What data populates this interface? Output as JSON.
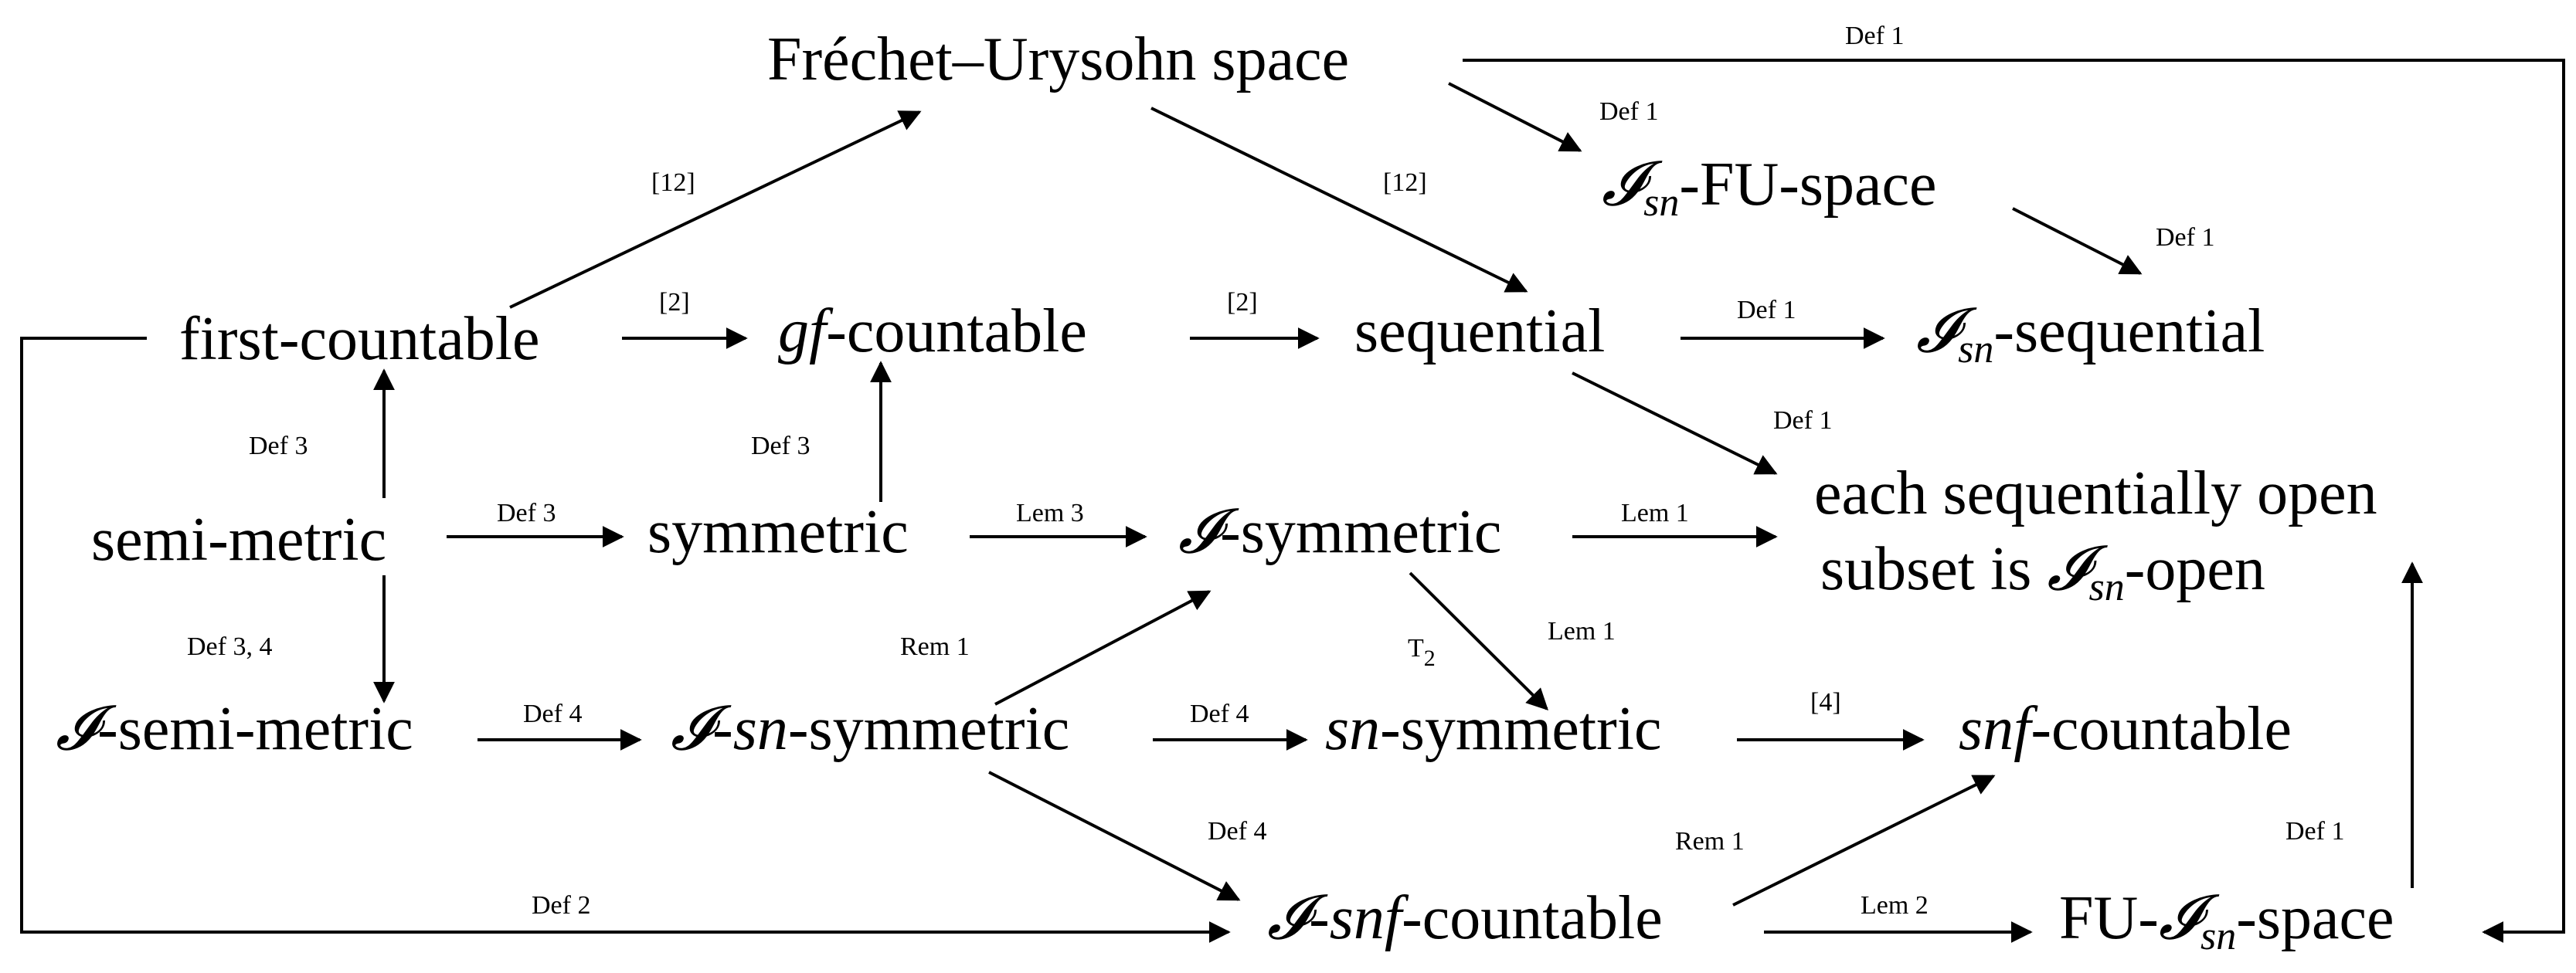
{
  "nodes": {
    "frechet": {
      "label": "Fréchet–Urysohn space"
    },
    "isn_fu_space": {
      "label": "-FU-space",
      "script": "𝓘",
      "sub": "sn"
    },
    "first_countable": {
      "label": "first-countable"
    },
    "gf_countable": {
      "label": "-countable",
      "prefix": "gf"
    },
    "sequential": {
      "label": "sequential"
    },
    "isn_sequential": {
      "label": "-sequential",
      "script": "𝓘",
      "sub": "sn"
    },
    "seq_open": {
      "line1": "each sequentially open",
      "line2_pre": "subset is ",
      "script": "𝓘",
      "sub": "sn",
      "line2_post": "-open"
    },
    "semi_metric": {
      "label": "semi-metric"
    },
    "symmetric": {
      "label": "symmetric"
    },
    "i_symmetric": {
      "label": "-symmetric",
      "script": "𝓘"
    },
    "i_semi_metric": {
      "label": "-semi-metric",
      "script": "𝓘"
    },
    "i_sn_symmetric": {
      "script": "𝓘",
      "dash": "-",
      "mid": "sn",
      "label": "-symmetric"
    },
    "sn_symmetric": {
      "label": "-symmetric",
      "prefix": "sn"
    },
    "snf_countable": {
      "label": "-countable",
      "prefix": "snf"
    },
    "i_snf_countable": {
      "script": "𝓘",
      "dash": "-",
      "mid": "snf",
      "label": "-countable"
    },
    "fu_isn_space": {
      "pre": "FU-",
      "script": "𝓘",
      "sub": "sn",
      "label": "-space"
    }
  },
  "edges": {
    "frechet_to_far_right": "Def 1",
    "frechet_to_isn_fu": "Def 1",
    "first_to_frechet": "[12]",
    "frechet_to_sequential": "[12]",
    "isn_fu_to_isn_seq": "Def 1",
    "first_to_gf": "[2]",
    "gf_to_sequential": "[2]",
    "sequential_to_isn_seq": "Def 1",
    "sequential_to_seq_open": "Def 1",
    "semi_to_first": "Def 3",
    "symmetric_to_gf": "Def 3",
    "semi_to_symmetric": "Def 3",
    "symmetric_to_isym": "Lem 3",
    "isym_to_seq_open": "Lem 1",
    "semi_to_isemi": "Def 3, 4",
    "isnsym_to_isym": "Rem 1",
    "isym_to_snsym": "Lem 1",
    "isym_to_snsym_t2": "T",
    "isym_to_snsym_t2_sub": "2",
    "isemi_to_isnsym": "Def 4",
    "isnsym_to_snsym": "Def 4",
    "snsym_to_snf": "[4]",
    "isnsym_to_isnf": "Def 4",
    "isnf_to_snf": "Rem 1",
    "first_to_isnf": "Def 2",
    "isnf_to_fu_isn": "Lem 2",
    "fu_isn_to_seq_open": "Def 1"
  }
}
